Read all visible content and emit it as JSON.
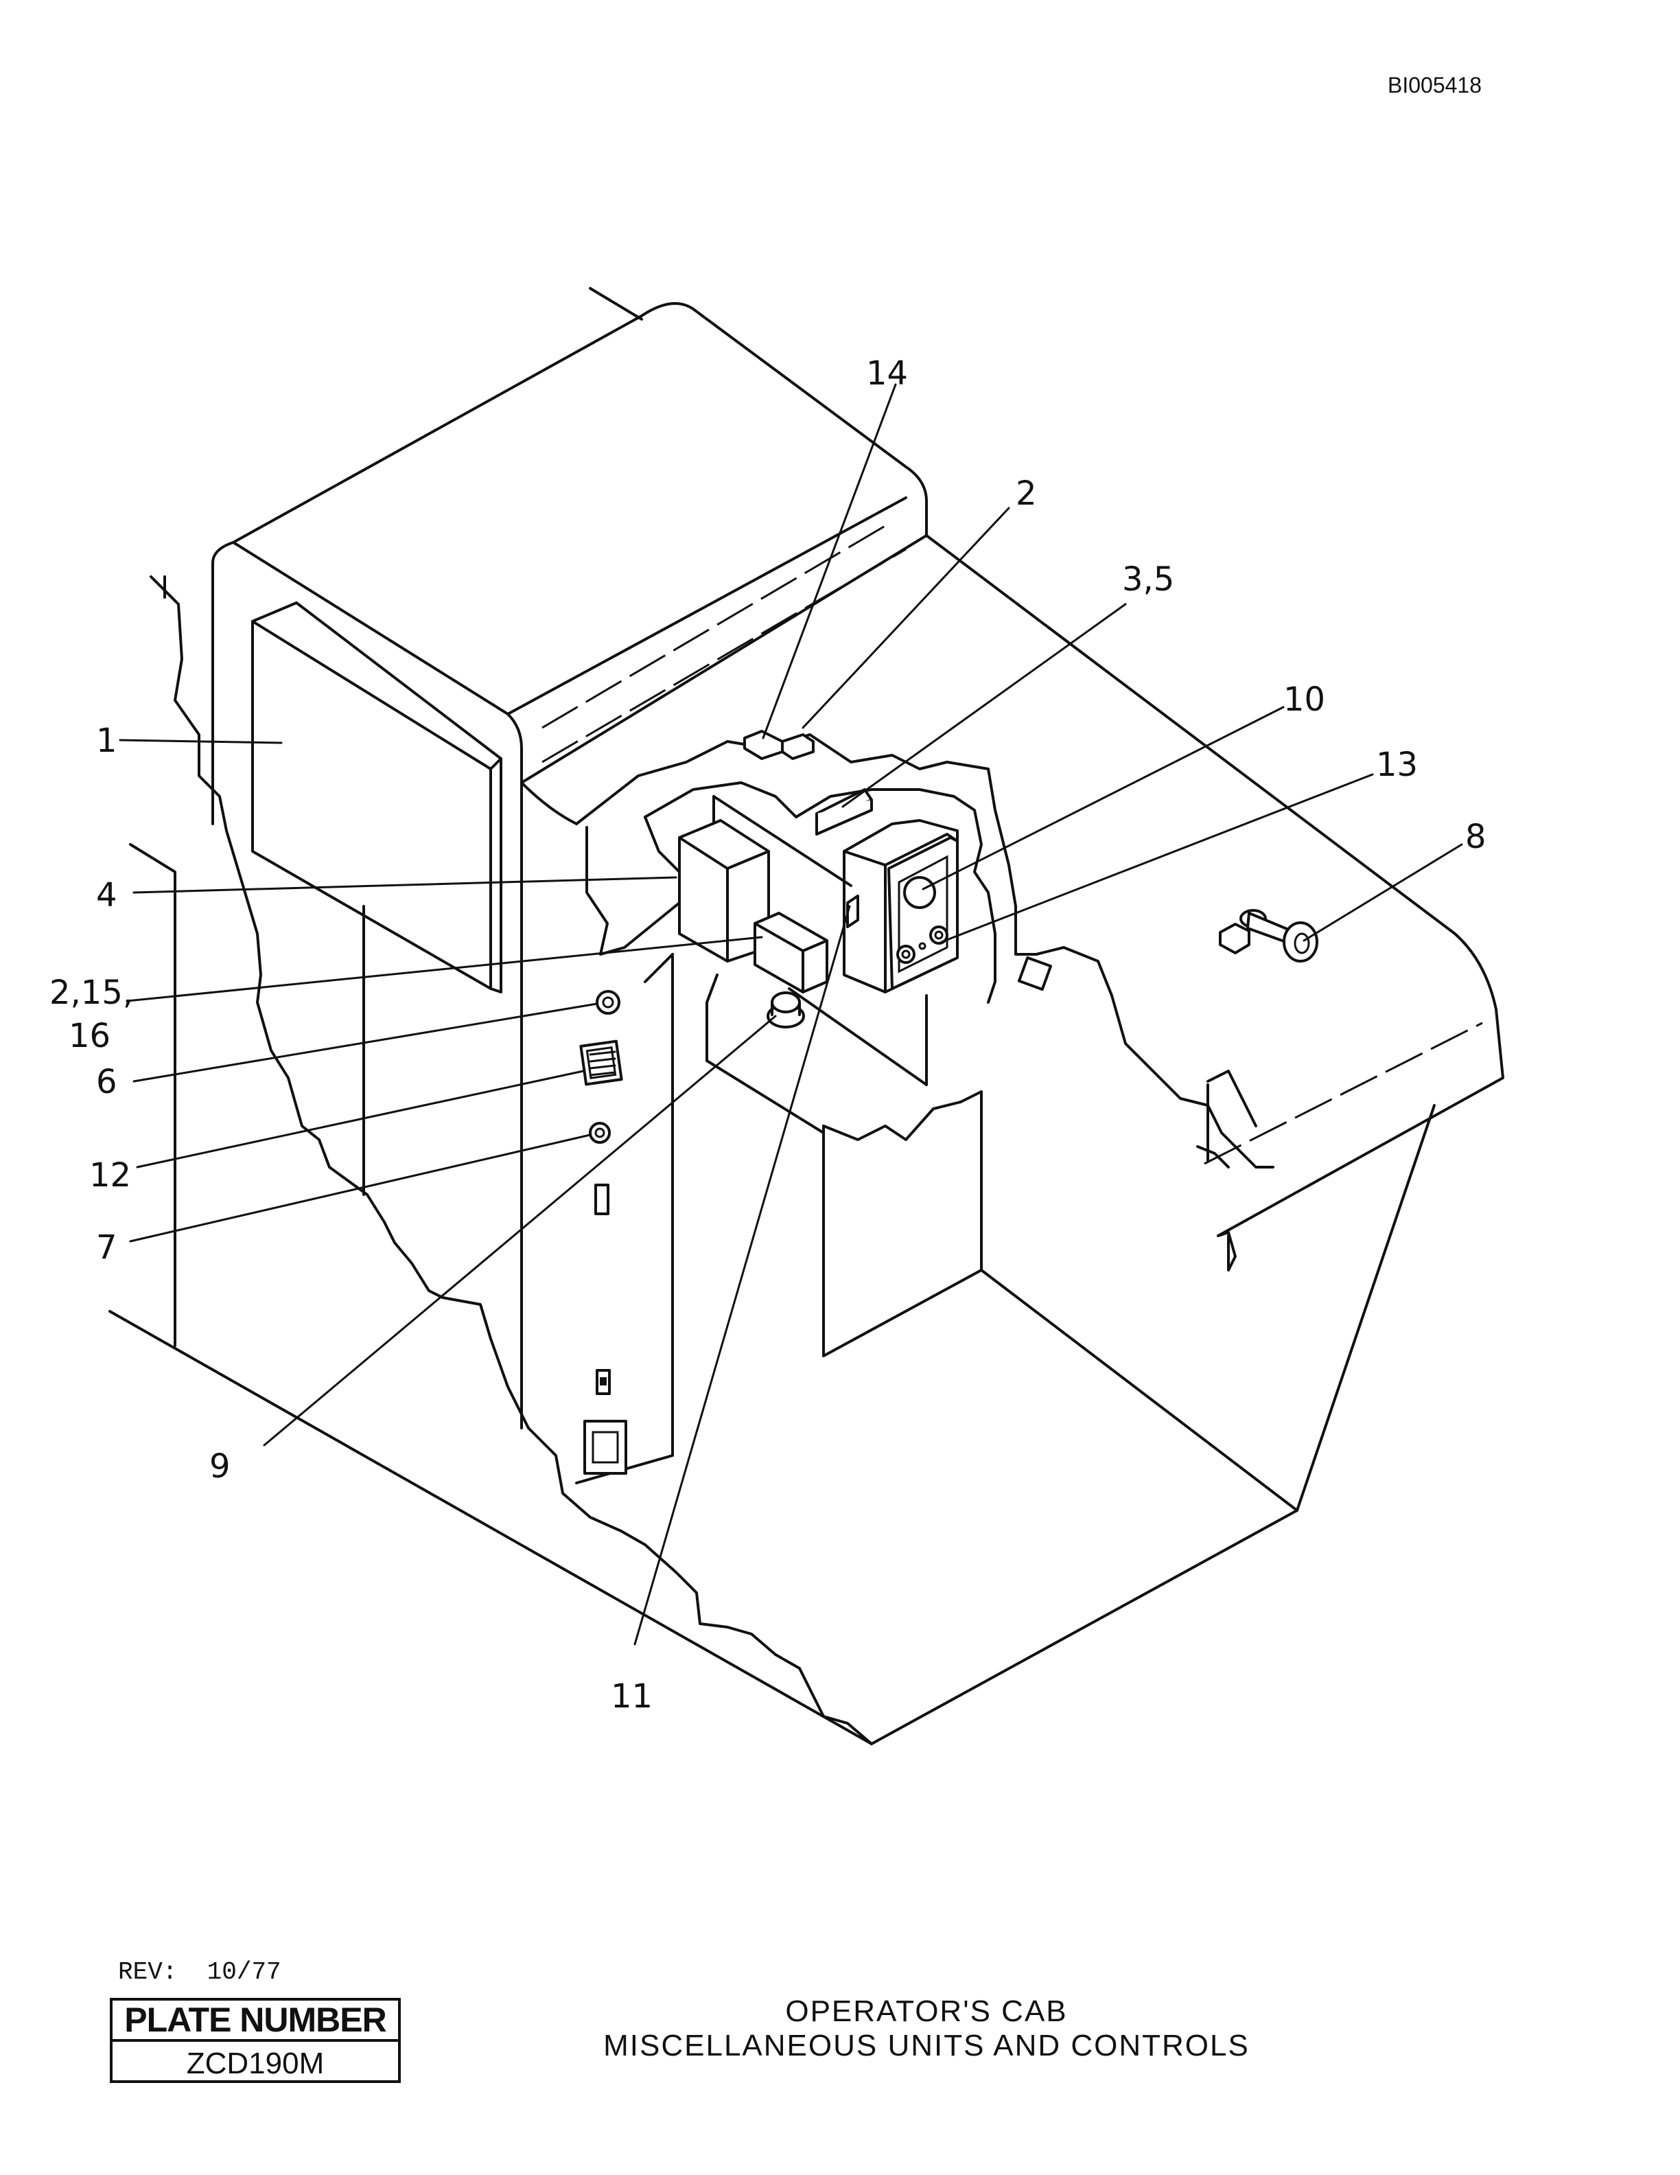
{
  "document": {
    "doc_id": "BI005418",
    "rev_label": "REV:",
    "rev_date": "10/77",
    "plate_number_label": "PLATE NUMBER",
    "plate_number": "ZCD190M",
    "title_line1": "OPERATOR'S CAB",
    "title_line2": "MISCELLANEOUS UNITS AND CONTROLS"
  },
  "callouts": [
    {
      "id": "c1",
      "text": "1"
    },
    {
      "id": "c2",
      "text": "2"
    },
    {
      "id": "c35",
      "text": "3,5"
    },
    {
      "id": "c4",
      "text": "4"
    },
    {
      "id": "c21516a",
      "text": "2,15,"
    },
    {
      "id": "c21516b",
      "text": "16"
    },
    {
      "id": "c6",
      "text": "6"
    },
    {
      "id": "c7",
      "text": "7"
    },
    {
      "id": "c8",
      "text": "8"
    },
    {
      "id": "c9",
      "text": "9"
    },
    {
      "id": "c10",
      "text": "10"
    },
    {
      "id": "c11",
      "text": "11"
    },
    {
      "id": "c12",
      "text": "12"
    },
    {
      "id": "c13",
      "text": "13"
    },
    {
      "id": "c14",
      "text": "14"
    }
  ]
}
